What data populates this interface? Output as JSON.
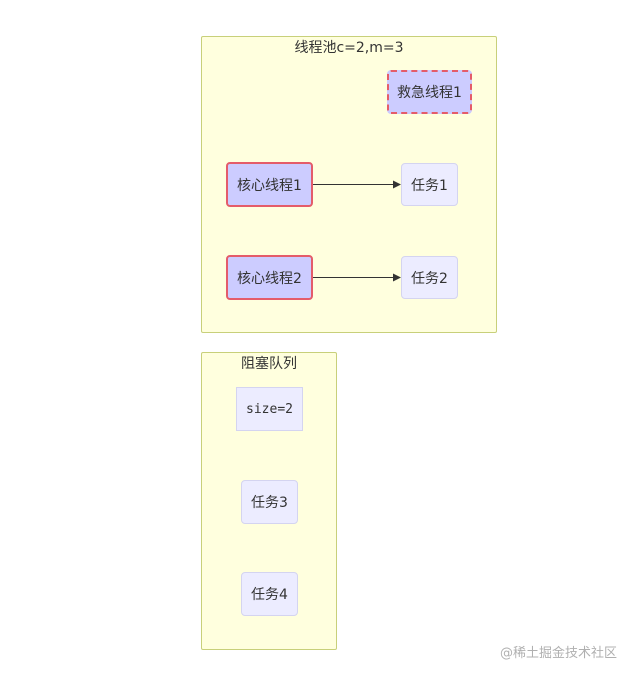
{
  "thread_pool": {
    "title": "线程池c=2,m=3",
    "rescue_thread": "救急线程1",
    "core_threads": [
      "核心线程1",
      "核心线程2"
    ],
    "tasks": [
      "任务1",
      "任务2"
    ]
  },
  "blocking_queue": {
    "title": "阻塞队列",
    "size_label": "size=2",
    "tasks": [
      "任务3",
      "任务4"
    ]
  },
  "watermark": "@稀土掘金技术社区",
  "colors": {
    "group_fill": "#ffffde",
    "group_border": "#c8d07a",
    "thread_fill": "#ccccff",
    "thread_border": "#e45c6a",
    "task_fill": "#ececff"
  }
}
